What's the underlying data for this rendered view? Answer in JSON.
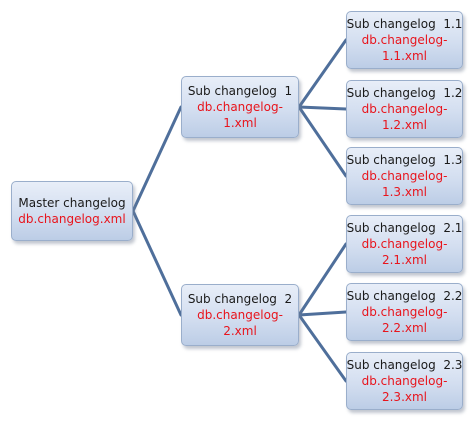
{
  "diagram": {
    "master": {
      "title": "Master changelog",
      "file_lines": [
        "db.changelog.xml"
      ]
    },
    "sub1": {
      "title": "Sub changelog  1",
      "file_lines": [
        "db.changelog-",
        "1.xml"
      ]
    },
    "sub2": {
      "title": "Sub changelog  2",
      "file_lines": [
        "db.changelog-",
        "2.xml"
      ]
    },
    "sub11": {
      "title": "Sub changelog  1.1",
      "file_lines": [
        "db.changelog-",
        "1.1.xml"
      ]
    },
    "sub12": {
      "title": "Sub changelog  1.2",
      "file_lines": [
        "db.changelog-",
        "1.2.xml"
      ]
    },
    "sub13": {
      "title": "Sub changelog  1.3",
      "file_lines": [
        "db.changelog-",
        "1.3.xml"
      ]
    },
    "sub21": {
      "title": "Sub changelog  2.1",
      "file_lines": [
        "db.changelog-",
        "2.1.xml"
      ]
    },
    "sub22": {
      "title": "Sub changelog  2.2",
      "file_lines": [
        "db.changelog-",
        "2.2.xml"
      ]
    },
    "sub23": {
      "title": "Sub changelog  2.3",
      "file_lines": [
        "db.changelog-",
        "2.3.xml"
      ]
    }
  },
  "colors": {
    "connector": "#4f6f9b",
    "title_text": "#1a1a1a",
    "file_text": "#e8141c",
    "node_border": "#9aaecb"
  }
}
